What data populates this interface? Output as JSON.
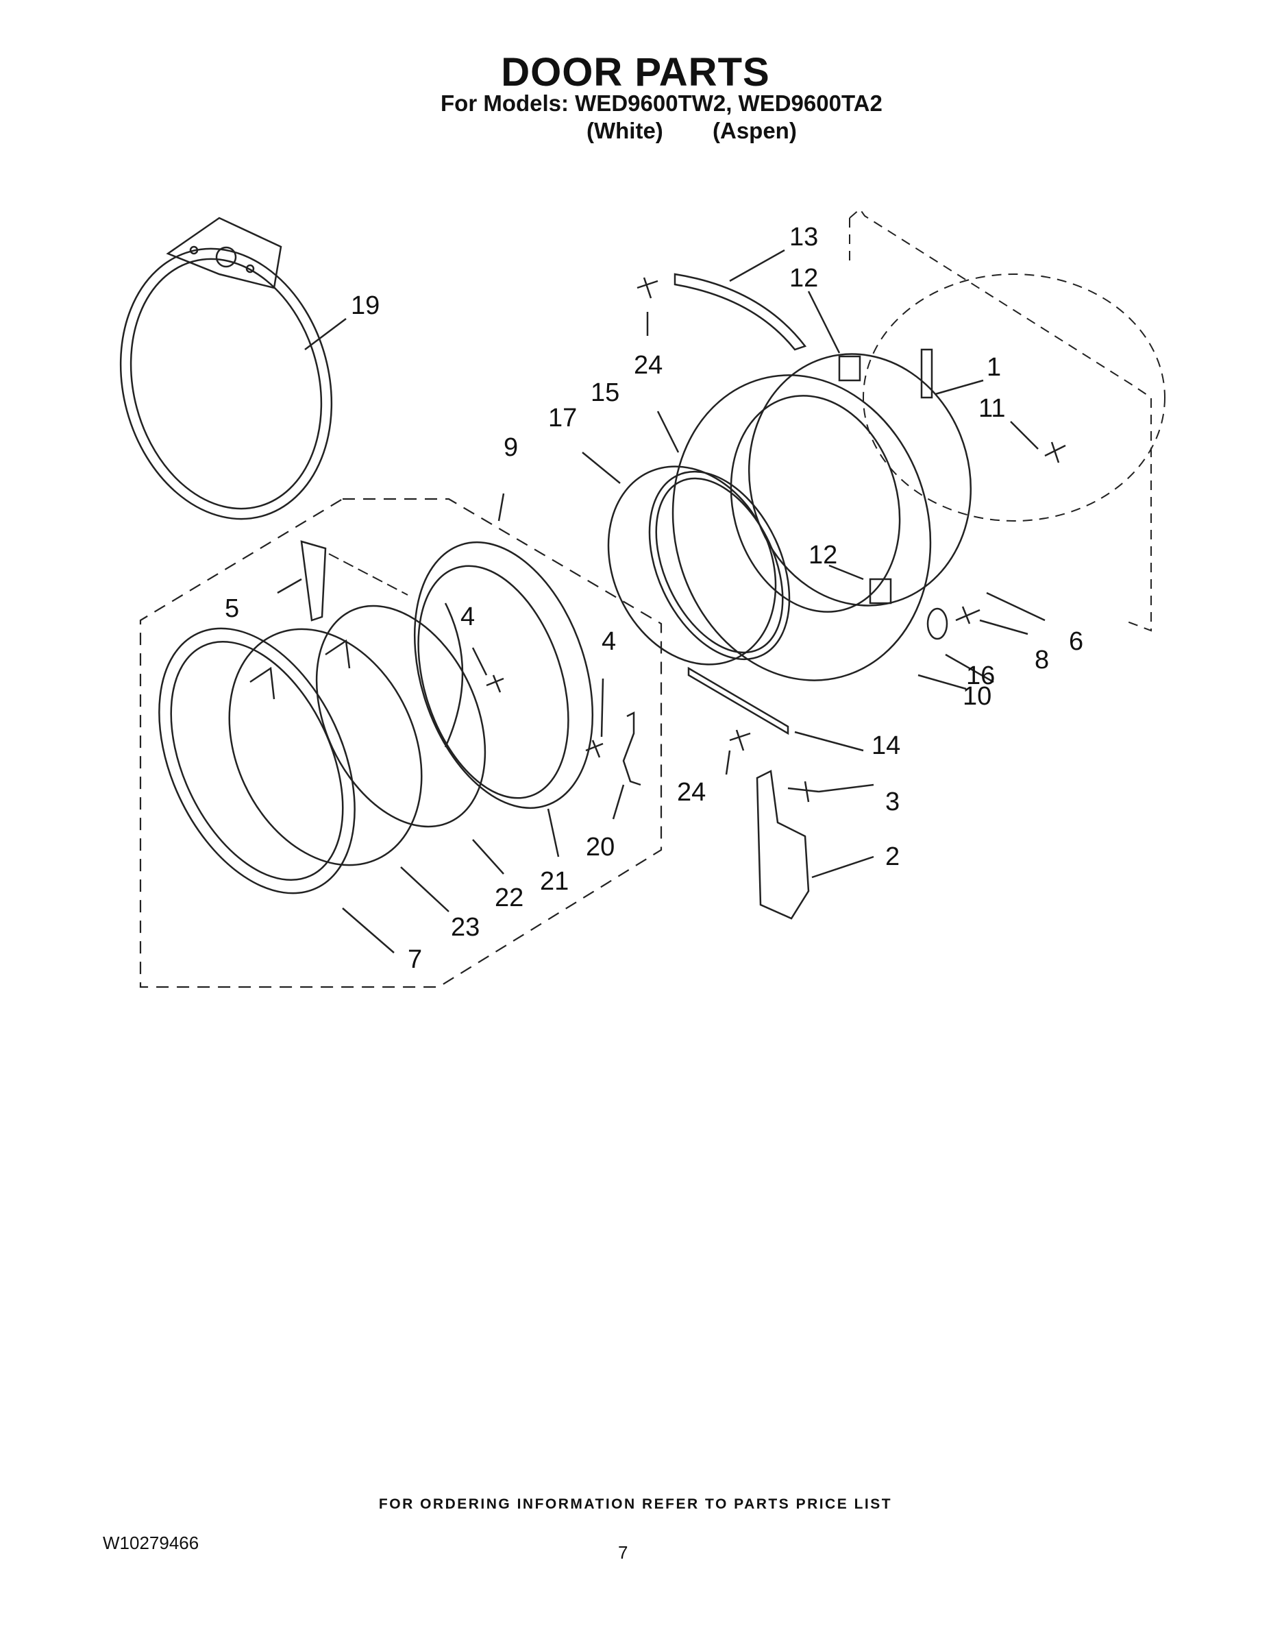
{
  "header": {
    "title": "DOOR PARTS",
    "models_line": "For Models: WED9600TW2, WED9600TA2",
    "color_white": "(White)",
    "color_aspen": "(Aspen)"
  },
  "diagram": {
    "callouts": [
      "13",
      "12",
      "19",
      "24",
      "1",
      "15",
      "11",
      "17",
      "9",
      "12",
      "5",
      "4",
      "4",
      "6",
      "8",
      "16",
      "10",
      "14",
      "24",
      "3",
      "20",
      "2",
      "21",
      "22",
      "23",
      "7"
    ]
  },
  "footer": {
    "ordering_note": "FOR ORDERING INFORMATION REFER TO PARTS PRICE LIST",
    "doc_number": "W10279466",
    "page_number": "7"
  }
}
